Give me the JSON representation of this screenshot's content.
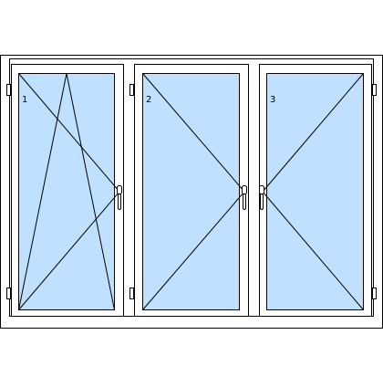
{
  "window": {
    "sash_count": 3,
    "colors": {
      "frame": "#ffffff",
      "outline": "#000000",
      "glass": "#bfe0ff"
    },
    "sashes": [
      {
        "number": "1",
        "opening": "tilt-turn",
        "hinge_side": "left",
        "handle_side": "right"
      },
      {
        "number": "2",
        "opening": "turn",
        "hinge_side": "left",
        "handle_side": "right"
      },
      {
        "number": "3",
        "opening": "turn",
        "hinge_side": "right",
        "handle_side": "left"
      }
    ]
  }
}
